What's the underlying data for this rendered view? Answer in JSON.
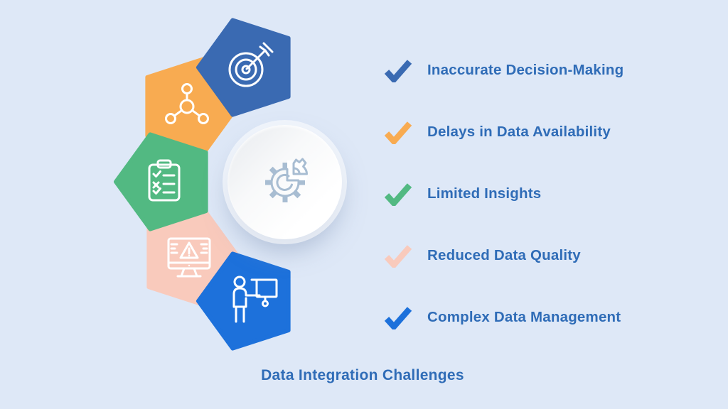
{
  "title": "Data Integration Challenges",
  "background_color": "#dee8f7",
  "text_color": "#2f6cb7",
  "center": {
    "icon": "gear-pie-chart",
    "icon_color": "#a8bdd2",
    "circle_color": "#ffffff"
  },
  "items": [
    {
      "label": "Inaccurate Decision-Making",
      "color": "#3a6ab2",
      "icon": "target-arrow"
    },
    {
      "label": "Delays in Data Availability",
      "color": "#f8ab51",
      "icon": "network-nodes"
    },
    {
      "label": "Limited Insights",
      "color": "#52b982",
      "icon": "clipboard-checklist"
    },
    {
      "label": "Reduced Data Quality",
      "color": "#f9cabc",
      "icon": "monitor-warning"
    },
    {
      "label": "Complex Data Management",
      "color": "#1d71db",
      "icon": "presenter-board"
    }
  ]
}
